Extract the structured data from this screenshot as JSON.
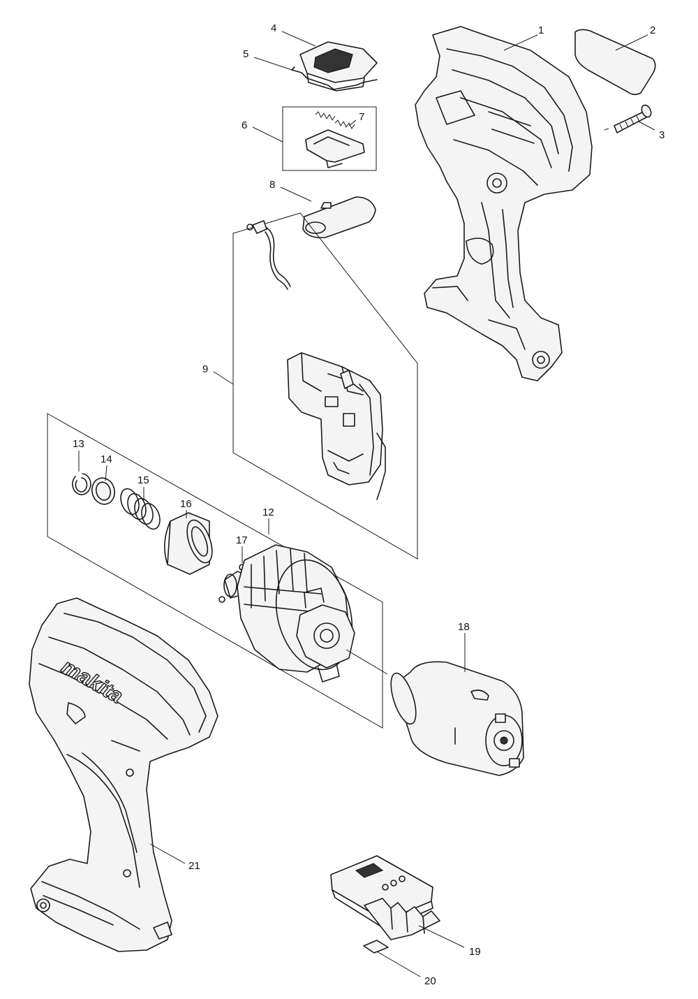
{
  "callouts": [
    {
      "id": "1",
      "label": "1"
    },
    {
      "id": "2",
      "label": "2"
    },
    {
      "id": "3",
      "label": "3"
    },
    {
      "id": "4",
      "label": "4"
    },
    {
      "id": "5",
      "label": "5"
    },
    {
      "id": "6",
      "label": "6"
    },
    {
      "id": "7",
      "label": "7"
    },
    {
      "id": "8",
      "label": "8"
    },
    {
      "id": "9",
      "label": "9"
    },
    {
      "id": "12",
      "label": "12"
    },
    {
      "id": "13",
      "label": "13"
    },
    {
      "id": "14",
      "label": "14"
    },
    {
      "id": "15",
      "label": "15"
    },
    {
      "id": "16",
      "label": "16"
    },
    {
      "id": "17",
      "label": "17"
    },
    {
      "id": "18",
      "label": "18"
    },
    {
      "id": "19",
      "label": "19"
    },
    {
      "id": "20",
      "label": "20"
    },
    {
      "id": "21",
      "label": "21"
    }
  ],
  "brand_logo": "makita",
  "colors": {
    "line": "#1a1a1a",
    "background": "#ffffff"
  }
}
